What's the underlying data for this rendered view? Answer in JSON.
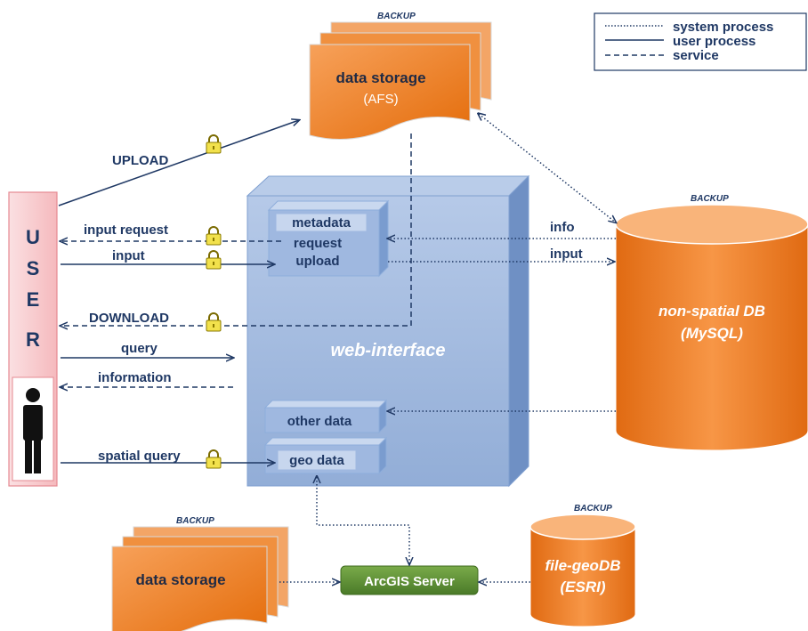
{
  "legend": {
    "system_process": "system process",
    "user_process": "user process",
    "service": "service"
  },
  "backup_label": "BACKUP",
  "top_storage": {
    "title": "data storage",
    "subtitle": "(AFS)"
  },
  "bottom_storage": {
    "title": "data storage"
  },
  "mysql_db": {
    "title": "non-spatial  DB",
    "subtitle": "(MySQL)"
  },
  "geo_db": {
    "title": "file-geoDB",
    "subtitle": "(ESRI)"
  },
  "arcgis": {
    "label": "ArcGIS Server"
  },
  "web_interface": {
    "title": "web-interface",
    "metadata": "metadata",
    "request": "request",
    "upload": "upload",
    "other_data": "other data",
    "geo_data": "geo data"
  },
  "user": {
    "letters": [
      "U",
      "S",
      "E",
      "R"
    ]
  },
  "flows": {
    "upload": "UPLOAD",
    "input_request": "input request",
    "input": "input",
    "download": "DOWNLOAD",
    "query": "query",
    "information": "information",
    "spatial_query": "spatial query",
    "info_db": "info",
    "input_db": "input"
  },
  "colors": {
    "orange": "#ef7d22",
    "navy": "#1f3864",
    "blue_box": "#8eaedb",
    "green": "#5a8a35",
    "user_pink": "#f8c9cc"
  }
}
